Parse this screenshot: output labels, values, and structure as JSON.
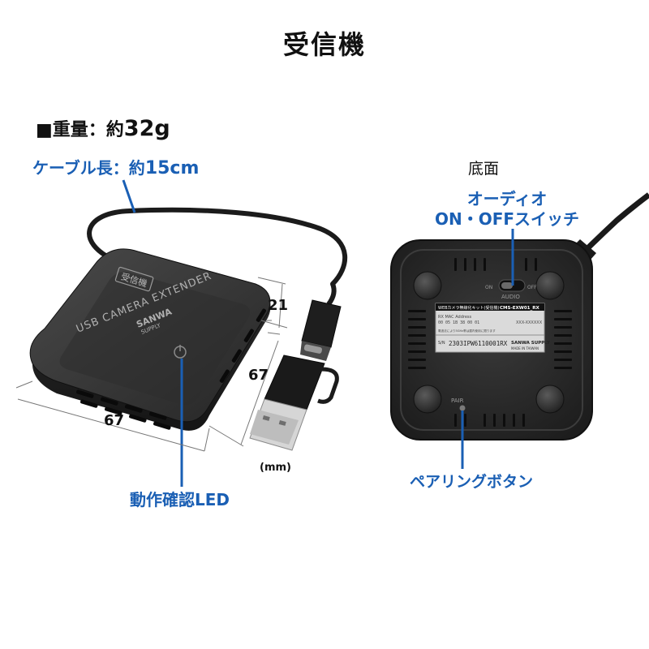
{
  "title": "受信機",
  "weight": {
    "prefix": "■重量：約",
    "value": "32g"
  },
  "cable": {
    "prefix": "ケーブル長：約",
    "value": "15cm"
  },
  "bottom_view_label": "底面",
  "audio_switch_label": [
    "オーディオ",
    "ON・OFFスイッチ"
  ],
  "pairing_button_label": "ペアリングボタン",
  "led_label": "動作確認LED",
  "dimensions": {
    "height": "21",
    "depth": "67",
    "width": "67",
    "unit": "(mm)"
  },
  "device_top": {
    "badge": "受信機",
    "product_text": "USB CAMERA EXTENDER",
    "brand": [
      "SANWA",
      "SUPPLY"
    ]
  },
  "device_bottom": {
    "switch_text": [
      "ON",
      "OFF",
      "AUDIO"
    ],
    "pair_text": "PAIR",
    "sticker": {
      "line1_left": "WEBカメラ無線化キット(受信機)",
      "line1_right": "CMS-EXW01_RX",
      "mac_label": "RX MAC Address",
      "mac": "00 05 1B 38 00 01",
      "cert": "XXX-XXXXXX",
      "note": "電波法により5GHz帯は屋内使用に限ります",
      "serial_label": "S/N",
      "serial": "2303IPW6110001RX",
      "brand": "SANWA SUPPLY",
      "origin": "MADE IN TAIWAN"
    }
  },
  "colors": {
    "accent": "#1a5fb4",
    "device": "#2b2b2b",
    "text": "#111111"
  }
}
